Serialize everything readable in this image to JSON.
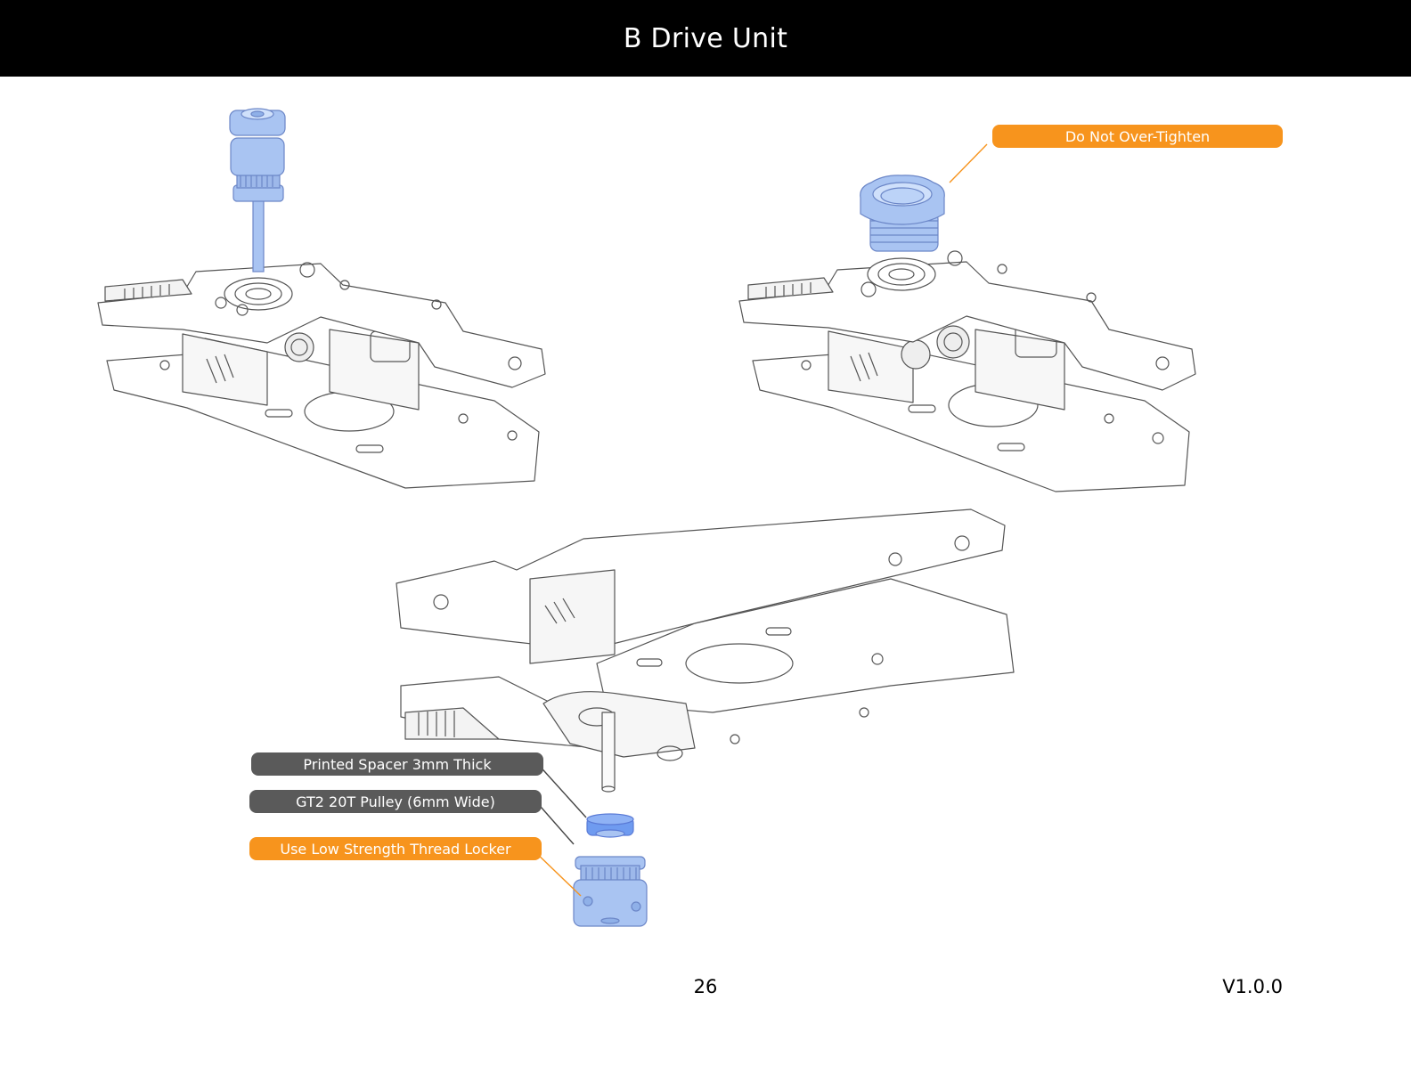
{
  "header": {
    "title": "B Drive Unit"
  },
  "callouts": {
    "over_tighten": "Do Not Over-Tighten",
    "spacer": "Printed Spacer 3mm Thick",
    "pulley": "GT2 20T Pulley (6mm Wide)",
    "thread_locker": "Use Low Strength Thread Locker"
  },
  "footer": {
    "page_number": "26",
    "version": "V1.0.0"
  },
  "colors": {
    "header_bg": "#000000",
    "accent_orange": "#f7941d",
    "callout_grey": "#5a5a5a",
    "part_blue": "#a9c4f2"
  }
}
